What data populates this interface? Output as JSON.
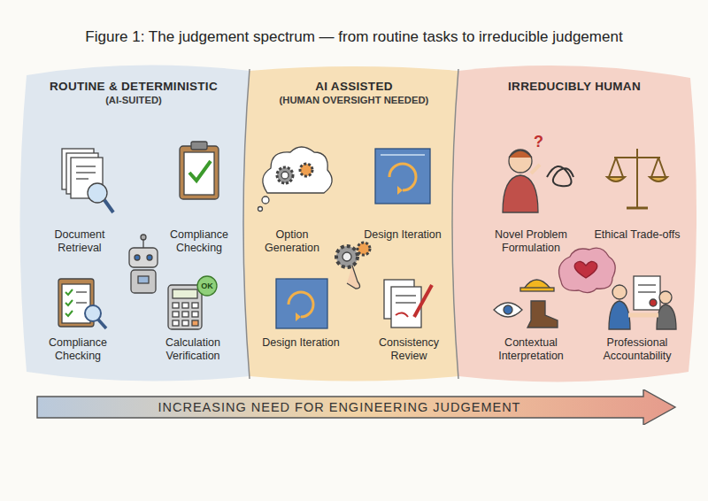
{
  "diagram": {
    "title": "Figure 1: The judgement spectrum — from routine tasks to irreducible judgement",
    "nodes": [
      {
        "text": [
          "ROUTINE & DETERMINISTIC",
          "(AI-SUITED)"
        ]
      },
      {
        "text": [
          "AI ASSISTED",
          "(HUMAN OVERSIGHT NEEDED)"
        ]
      },
      {
        "text": [
          "IRREDUCIBLY HUMAN"
        ]
      },
      {
        "text": [
          "INCREASING NEED FOR ENGINEERING JUDGEMENT"
        ]
      }
    ],
    "labels": [
      "Document Retrieval",
      "Compliance Checking",
      "Compliance Checking",
      "Calculation Verification",
      "Option Generation",
      "Design Iteration",
      "Design Iteration",
      "Consistency Review",
      "Novel Problem Formulation",
      "Ethical Trade-offs",
      "Contextual Interpretation",
      "Professional Accountability",
      "OK"
    ]
  }
}
